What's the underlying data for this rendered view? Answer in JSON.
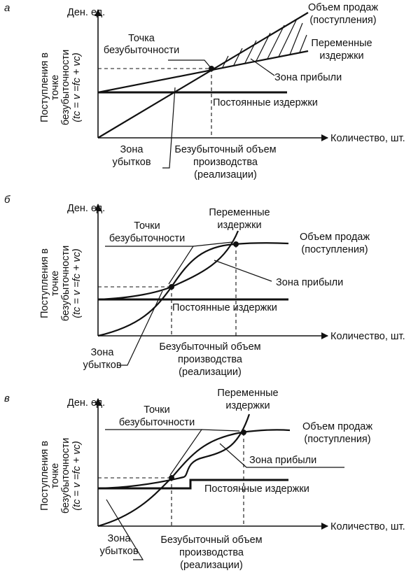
{
  "axis": {
    "y_label_line1": "Поступления в",
    "y_label_line2": "точке",
    "y_label_line3": "безубыточности",
    "y_label_line4": "(tc = v =fc + vc)",
    "y_unit": "Ден. ед.",
    "x_label": "Количество, шт."
  },
  "labels": {
    "sales_line1": "Объем продаж",
    "sales_line2": "(поступления)",
    "variable_line1": "Переменные",
    "variable_line2": "издержки",
    "profit_zone": "Зона прибыли",
    "fixed_costs": "Постоянные издержки",
    "loss_line1": "Зона",
    "loss_line2": "убытков",
    "be_volume_line1": "Безубыточный объем",
    "be_volume_line2": "производства",
    "be_volume_line3": "(реализации)",
    "be_point_single_line1": "Точка",
    "be_point_single_line2": "безубыточности",
    "be_point_multi_line1": "Точки",
    "be_point_multi_line2": "безубыточности"
  },
  "panels": [
    {
      "letter": "а"
    },
    {
      "letter": "б"
    },
    {
      "letter": "в"
    }
  ]
}
